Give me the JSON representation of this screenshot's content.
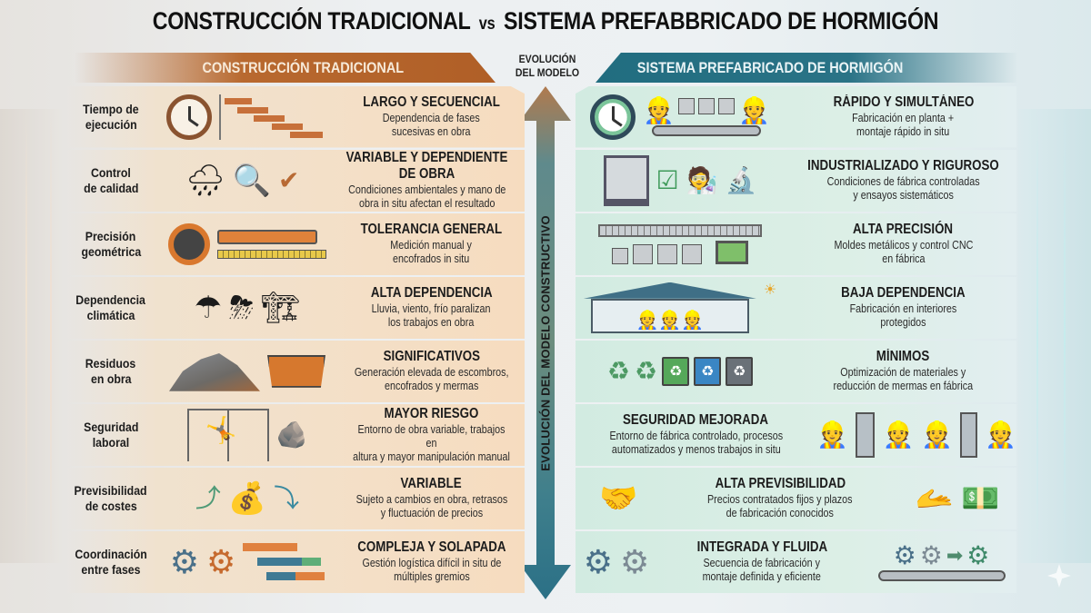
{
  "title": {
    "left": "CONSTRUCCIÓN TRADICIONAL",
    "vs": "vs",
    "right": "SISTEMA PREFABBRICADO DE HORMIGÓN"
  },
  "banners": {
    "left": "CONSTRUCCIÓN TRADICIONAL",
    "center_line1": "EVOLUCIÓN",
    "center_line2": "DEL MODELO",
    "right": "SISTEMA PREFABRICADO DE HORMIGÓN"
  },
  "arrow": {
    "label": "EVOLUCIÓN DEL MODELO CONSTRUCTIVO",
    "color_top": "#b07a4e",
    "color_bottom": "#2b7086"
  },
  "colors": {
    "traditional_accent": "#b05f27",
    "traditional_card": "#f6dcbf",
    "prefab_accent": "#216d80",
    "prefab_card": "#d2ebe1"
  },
  "rows": [
    {
      "label_line1": "Tiempo de",
      "label_line2": "ejecución",
      "traditional": {
        "head": "LARGO Y SECUENCIAL",
        "desc": "Dependencia de fases\nsucesivas en obra",
        "icons": [
          "clock-icon",
          "gantt-chart-icon"
        ]
      },
      "prefab": {
        "head": "RÁPIDO Y SIMULTÁNEO",
        "desc": "Fabricación en planta +\nmontaje rápido in situ",
        "icons": [
          "stopwatch-icon",
          "conveyor-workers-icon"
        ]
      }
    },
    {
      "label_line1": "Control",
      "label_line2": "de calidad",
      "traditional": {
        "head": "VARIABLE Y DEPENDIENTE DE OBRA",
        "desc": "Condiciones ambientales y mano de\nobra in situ afectan el resultado",
        "icons": [
          "rain-cloud-icon",
          "magnifier-icon",
          "check-icon"
        ]
      },
      "prefab": {
        "head": "INDUSTRIALIZADO Y RIGUROSO",
        "desc": "Condiciones de fábrica controladas\ny ensayos sistemáticos",
        "icons": [
          "press-machine-icon",
          "checklist-icon",
          "inspector-icon",
          "microscope-icon"
        ]
      }
    },
    {
      "label_line1": "Precisión",
      "label_line2": "geométrica",
      "traditional": {
        "head": "TOLERANCIA GENERAL",
        "desc": "Medición manual y\nencofrados in situ",
        "icons": [
          "tape-measure-icon",
          "spirit-level-icon"
        ]
      },
      "prefab": {
        "head": "ALTA PRECISIÓN",
        "desc": "Moldes metálicos y control CNC\nen fábrica",
        "icons": [
          "caliper-icon",
          "blocks-icon",
          "cnc-monitor-icon"
        ]
      }
    },
    {
      "label_line1": "Dependencia",
      "label_line2": "climática",
      "traditional": {
        "head": "ALTA DEPENDENCIA",
        "desc": "Lluvia, viento, frío paralizan\nlos trabajos en obra",
        "icons": [
          "umbrella-icon",
          "storm-icon",
          "crane-icon"
        ]
      },
      "prefab": {
        "head": "BAJA DEPENDENCIA",
        "desc": "Fabricación en interiores\nprotegidos",
        "icons": [
          "factory-hall-icon",
          "sun-icon"
        ]
      }
    },
    {
      "label_line1": "Residuos",
      "label_line2": "en obra",
      "traditional": {
        "head": "SIGNIFICATIVOS",
        "desc": "Generación elevada de escombros,\nencofrados y mermas",
        "icons": [
          "debris-pile-icon",
          "skip-container-icon"
        ]
      },
      "prefab": {
        "head": "MÍNIMOS",
        "desc": "Optimización de materiales y\nreducción de mermas en fábrica",
        "icons": [
          "recycle-icon",
          "recycle-bins-icon"
        ]
      }
    },
    {
      "label_line1": "Seguridad",
      "label_line2": "laboral",
      "traditional": {
        "head": "MAYOR RIESGO",
        "desc": "Entorno de obra variable, trabajos en\naltura y mayor manipulación manual",
        "icons": [
          "falling-worker-icon",
          "falling-debris-icon"
        ]
      },
      "prefab": {
        "head": "SEGURIDAD MEJORADA",
        "desc": "Entorno de fábrica controlado, procesos\nautomatizados y menos trabajos in situ",
        "icons": [
          "factory-workers-icon"
        ]
      }
    },
    {
      "label_line1": "Previsibilidad",
      "label_line2": "de costes",
      "traditional": {
        "head": "VARIABLE",
        "desc": "Sujeto a cambios en obra, retrasos\ny fluctuación de precios",
        "icons": [
          "money-bag-icon",
          "scattered-arrows-icon"
        ]
      },
      "prefab": {
        "head": "ALTA PREVISIBILIDAD",
        "desc": "Precios contratados fijos y plazos\nde fabricación conocidos",
        "icons": [
          "handshake-contract-icon",
          "hand-dollar-icon",
          "cash-stack-icon"
        ]
      }
    },
    {
      "label_line1": "Coordinación",
      "label_line2": "entre fases",
      "traditional": {
        "head": "COMPLEJA Y SOLAPADA",
        "desc": "Gestión logística difícil in situ de\nmúltiples gremios",
        "icons": [
          "gears-icon",
          "overlapping-arrows-icon"
        ]
      },
      "prefab": {
        "head": "INTEGRADA Y FLUIDA",
        "desc": "Secuencia de fabricación y\nmontaje definida y eficiente",
        "icons": [
          "gears-cycle-icon",
          "gears-conveyor-icon"
        ]
      }
    }
  ]
}
